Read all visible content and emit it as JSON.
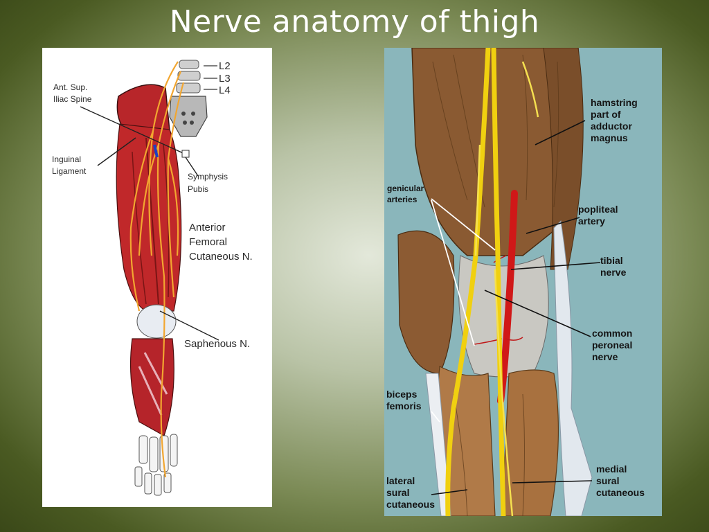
{
  "slide": {
    "title": "Nerve anatomy of thigh"
  },
  "left_figure": {
    "labels": {
      "l2": "L2",
      "l3": "L3",
      "l4": "L4",
      "asis_line1": "Ant. Sup.",
      "asis_line2": "Iliac Spine",
      "inguinal_line1": "Inguinal",
      "inguinal_line2": "Ligament",
      "symphysis_line1": "Symphysis",
      "symphysis_line2": "Pubis",
      "afcn_line1": "Anterior",
      "afcn_line2": "Femoral",
      "afcn_line3": "Cutaneous N.",
      "saphenous": "Saphenous N."
    }
  },
  "right_figure": {
    "labels": {
      "hamstring_line1": "hamstring",
      "hamstring_line2": "part of",
      "hamstring_line3": "adductor",
      "hamstring_line4": "magnus",
      "genicular_line1": "genicular",
      "genicular_line2": "arteries",
      "popliteal_line1": "popliteal",
      "popliteal_line2": "artery",
      "tibial_line1": "tibial",
      "tibial_line2": "nerve",
      "peroneal_line1": "common",
      "peroneal_line2": "peroneal",
      "peroneal_line3": "nerve",
      "biceps_line1": "biceps",
      "biceps_line2": "femoris",
      "lateral_line1": "lateral",
      "lateral_line2": "sural",
      "lateral_line3": "cutaneous",
      "medial_line1": "medial",
      "medial_line2": "sural",
      "medial_line3": "cutaneous"
    }
  },
  "colors": {
    "muscle_red": "#c0282a",
    "nerve_yellow": "#f0d010",
    "nerve_orange": "#f2a630",
    "muscle_brown": "#8a5a32",
    "background_teal": "#8ab6bb"
  }
}
